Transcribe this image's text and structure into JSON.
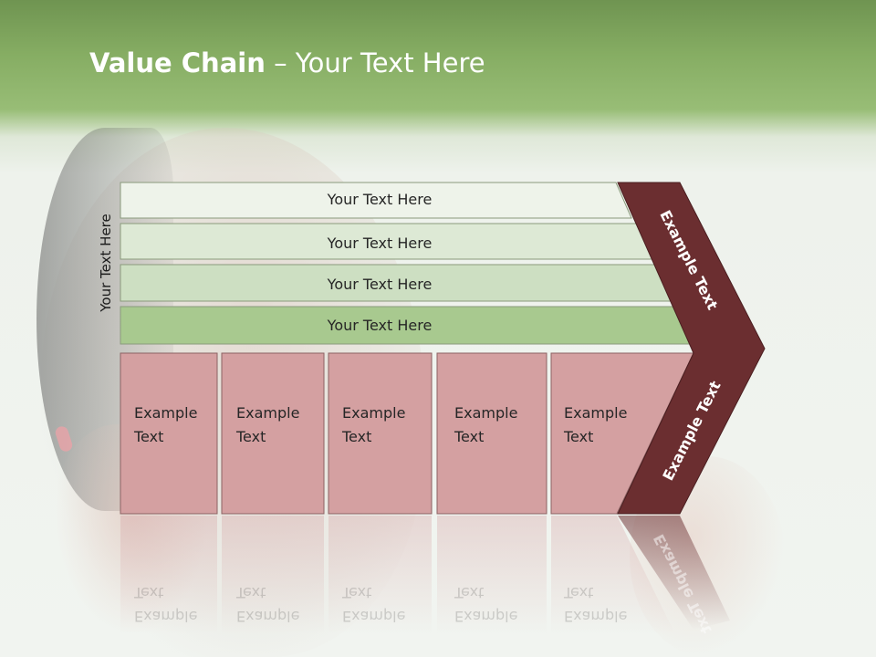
{
  "slide": {
    "title_bold": "Value Chain",
    "title_rest": " – Your Text Here",
    "side_label": "Your Text Here"
  },
  "support_rows": [
    {
      "label": "Your Text Here"
    },
    {
      "label": "Your Text Here"
    },
    {
      "label": "Your Text Here"
    },
    {
      "label": "Your Text Here"
    }
  ],
  "primary_cells": [
    {
      "line1": "Example",
      "line2": "Text"
    },
    {
      "line1": "Example",
      "line2": "Text"
    },
    {
      "line1": "Example",
      "line2": "Text"
    },
    {
      "line1": "Example",
      "line2": "Text"
    },
    {
      "line1": "Example",
      "line2": "Text"
    }
  ],
  "chevron": {
    "upper_label": "Example Text",
    "lower_label": "Example Text"
  },
  "colors": {
    "header_green": "#86ad63",
    "row_light": "#eef3ea",
    "row_mid": "#dde9d5",
    "row_green": "#cddfc2",
    "row_dark": "#a8c98f",
    "cell_pink": "#d4a0a1",
    "chevron_maroon": "#6b2e30"
  }
}
